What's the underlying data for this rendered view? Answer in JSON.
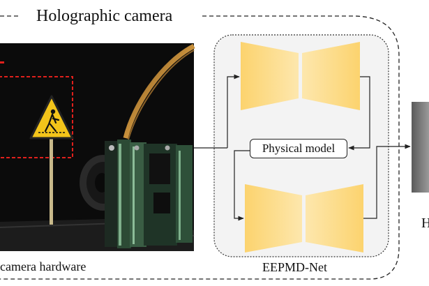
{
  "labels": {
    "title": "Holographic camera",
    "hardware": "camera hardware",
    "network": "EEPMD-Net",
    "physical_model": "Physical model",
    "right_partial": "H"
  },
  "colors": {
    "photo_background": "#0b0b0b",
    "dashed_red": "#e0201c",
    "sign_yellow": "#f3c41a",
    "network_block": "#fcd57a",
    "network_panel": "#f3f3f3",
    "line": "#222222",
    "right_panel": "#6e6e6e"
  },
  "icons": [
    "pedestrian-crossing-sign-icon",
    "camera-board-icon"
  ]
}
